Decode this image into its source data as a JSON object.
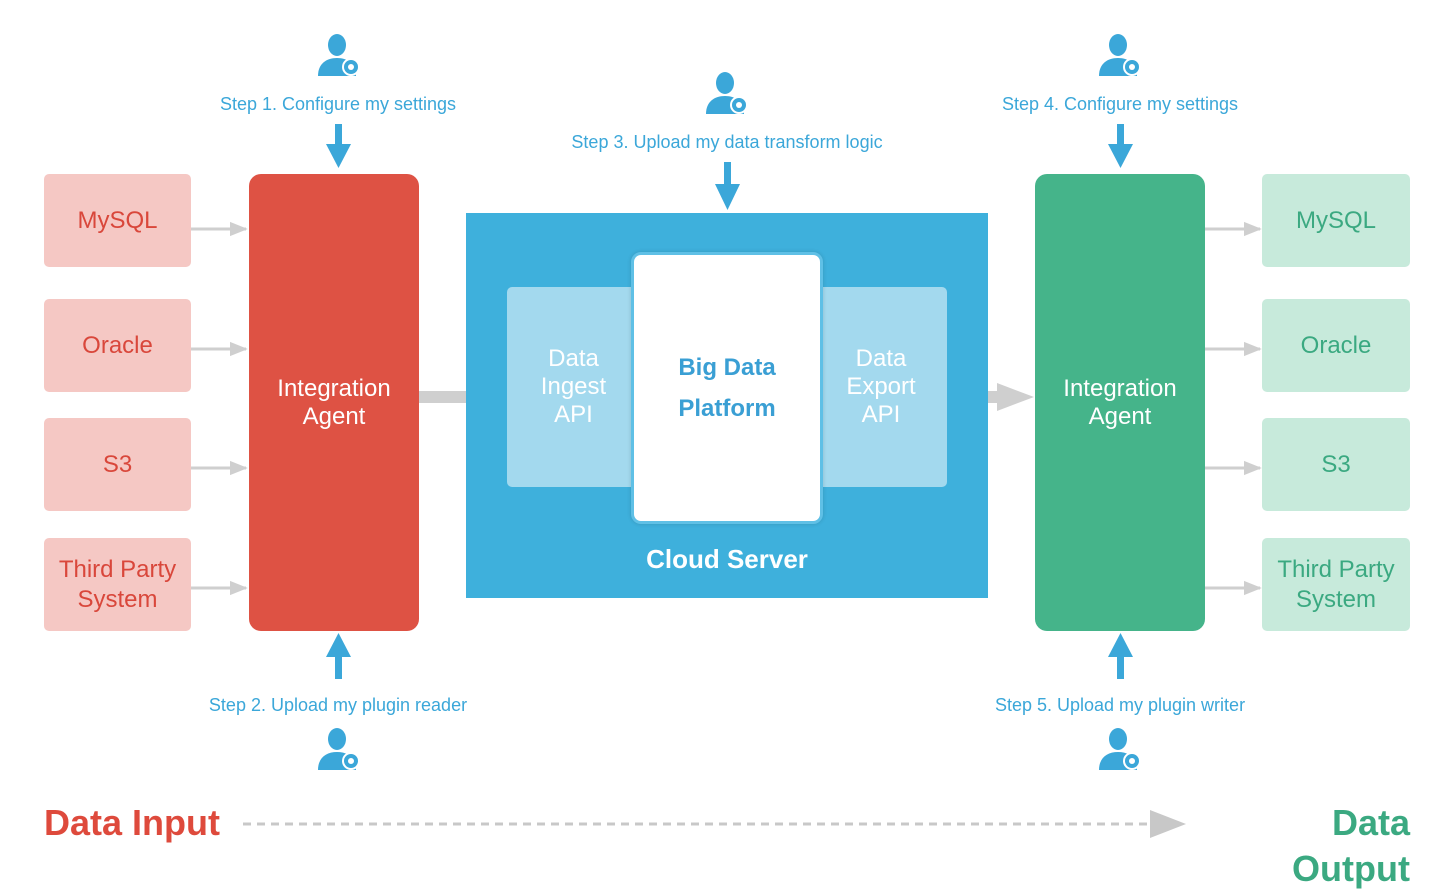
{
  "sources": [
    "MySQL",
    "Oracle",
    "S3",
    "Third Party\nSystem"
  ],
  "destinations": [
    "MySQL",
    "Oracle",
    "S3",
    "Third Party\nSystem"
  ],
  "agent_in": "Integration\nAgent",
  "agent_out": "Integration\nAgent",
  "cloud": {
    "ingest_api": "Data\nIngest\nAPI",
    "platform": "Big Data\nPlatform",
    "export_api": "Data\nExport\nAPI",
    "label": "Cloud Server"
  },
  "steps": {
    "step1": "Step 1. Configure my settings",
    "step2": "Step 2. Upload my plugin reader",
    "step3": "Step 3. Upload my data transform logic",
    "step4": "Step 4. Configure my settings",
    "step5": "Step 5. Upload my plugin writer"
  },
  "footer": {
    "input": "Data Input",
    "output": "Data Output"
  },
  "colors": {
    "input_red": "#de5244",
    "output_green": "#45b48a",
    "cloud_blue": "#3eb0dc",
    "step_blue": "#3ba7d9"
  },
  "icons": {
    "user_settings": "user-settings-icon"
  }
}
